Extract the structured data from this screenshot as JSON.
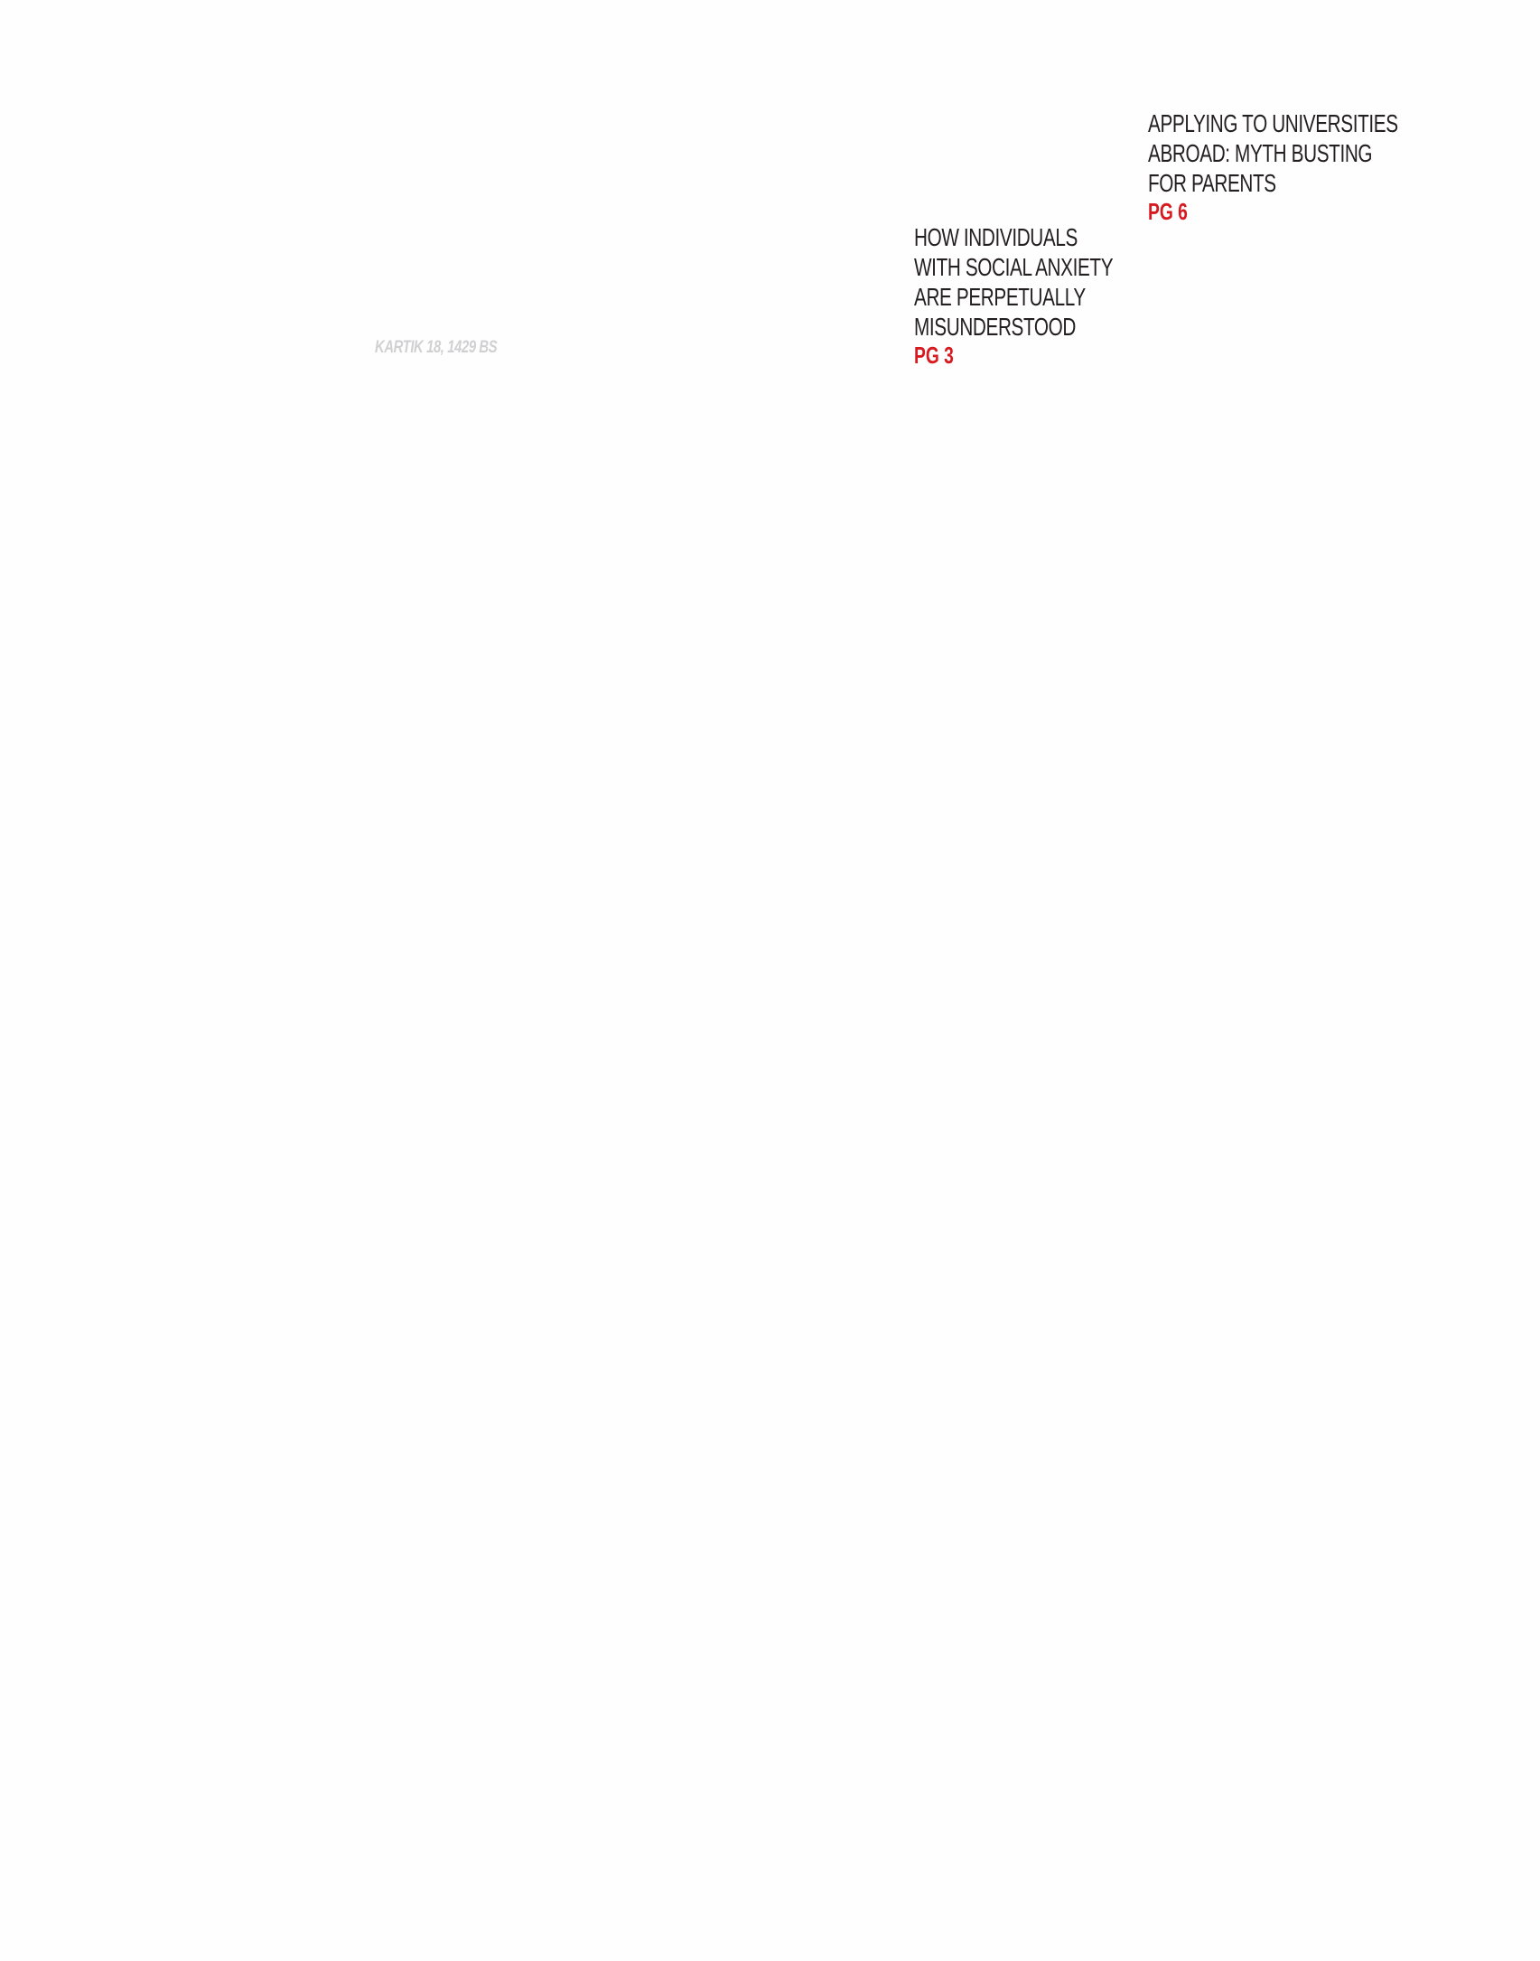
{
  "date": "KARTIK 18, 1429 BS",
  "teasers": [
    {
      "lines": [
        "APPLYING TO UNIVERSITIES",
        "ABROAD: MYTH BUSTING",
        "FOR PARENTS"
      ],
      "page": "PG 6"
    },
    {
      "lines": [
        "HOW INDIVIDUALS",
        "WITH SOCIAL ANXIETY",
        "ARE PERPETUALLY",
        "MISUNDERSTOOD"
      ],
      "page": "PG 3"
    }
  ],
  "colors": {
    "accent": "#d71920",
    "text": "#231f20",
    "date": "#d0d0d2"
  }
}
